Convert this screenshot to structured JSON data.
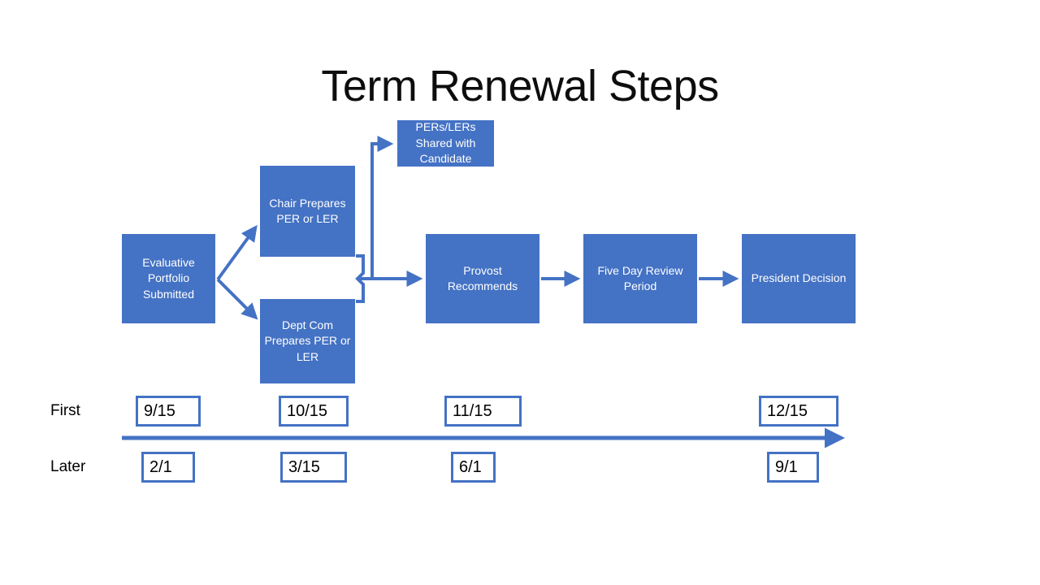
{
  "slide": {
    "title": "Term Renewal Steps",
    "accent_color": "#4472C4",
    "box_text_color": "#FFFFFF",
    "background_color": "#FFFFFF"
  },
  "flowchart": {
    "boxes": [
      {
        "id": "portfolio",
        "label": "Evaluative Portfolio Submitted"
      },
      {
        "id": "chair",
        "label": "Chair Prepares PER or LER"
      },
      {
        "id": "deptcom",
        "label": "Dept Com Prepares PER or LER"
      },
      {
        "id": "shared",
        "label": "PERs/LERs Shared with Candidate"
      },
      {
        "id": "provost",
        "label": "Provost Recommends"
      },
      {
        "id": "fiveday",
        "label": "Five Day Review Period"
      },
      {
        "id": "president",
        "label": "President Decision"
      }
    ],
    "connectors": [
      {
        "from": "portfolio",
        "to": "chair",
        "style": "diagonal-arrow-up"
      },
      {
        "from": "portfolio",
        "to": "deptcom",
        "style": "diagonal-arrow-down"
      },
      {
        "from": "chair+deptcom",
        "to": "shared",
        "style": "brace-elbow-arrow-up"
      },
      {
        "from": "chair+deptcom",
        "to": "provost",
        "style": "brace-arrow-right"
      },
      {
        "from": "provost",
        "to": "fiveday",
        "style": "arrow-right"
      },
      {
        "from": "fiveday",
        "to": "president",
        "style": "arrow-right"
      }
    ]
  },
  "timeline": {
    "rows": [
      {
        "id": "first",
        "label": "First",
        "dates": [
          "9/15",
          "10/15",
          "11/15",
          "12/15"
        ]
      },
      {
        "id": "later",
        "label": "Later",
        "dates": [
          "2/1",
          "3/15",
          "6/1",
          "9/1"
        ]
      }
    ],
    "axis": {
      "style": "arrow-right",
      "color": "#4472C4"
    }
  }
}
